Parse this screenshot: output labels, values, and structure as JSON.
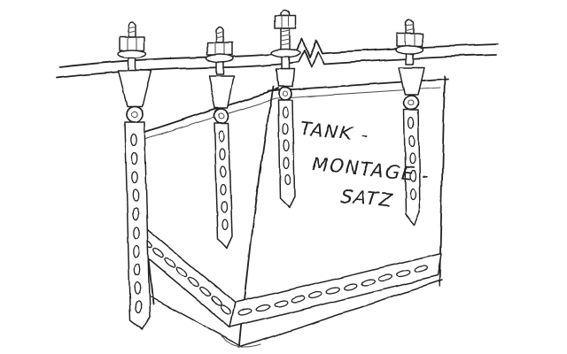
{
  "sketch": {
    "label": {
      "line1": "TANK -",
      "line2": "MONTAGE -",
      "line3": "SATZ"
    },
    "colors": {
      "ink": "#222222",
      "light_ink": "#555555",
      "paper": "#ffffff"
    }
  }
}
